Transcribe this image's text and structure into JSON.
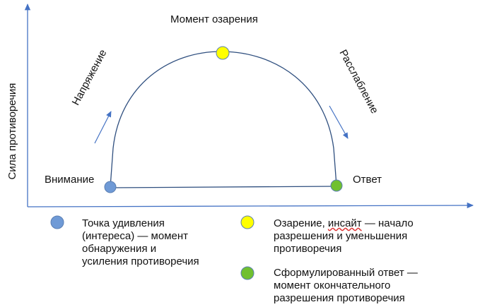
{
  "colors": {
    "axis": "#4472c4",
    "curve": "#2f4f7f",
    "base_line": "#2f4f7f",
    "arrow": "#4472c4",
    "start_point": "#6f9ad6",
    "peak_point": "#ffff00",
    "end_point": "#70c030",
    "point_stroke": "#5b7fb3"
  },
  "axis": {
    "y_label": "Сила противоречия"
  },
  "labels": {
    "peak": "Момент озарения",
    "tension": "Напряжение",
    "relaxation": "Расслабление",
    "attention": "Внимание",
    "answer": "Ответ"
  },
  "legend": {
    "items": [
      {
        "color_key": "start_point",
        "text": "Точка удивления (интереса) — момент обнаружения и усиления противоречия"
      },
      {
        "color_key": "peak_point",
        "text_before": "Озарение, ",
        "text_marked": "инсайт",
        "text_after": " — начало разрешения и уменьшения противоречия"
      },
      {
        "color_key": "end_point",
        "text": "Сформулированный ответ — момент окончательного разрешения противоречия"
      }
    ]
  }
}
